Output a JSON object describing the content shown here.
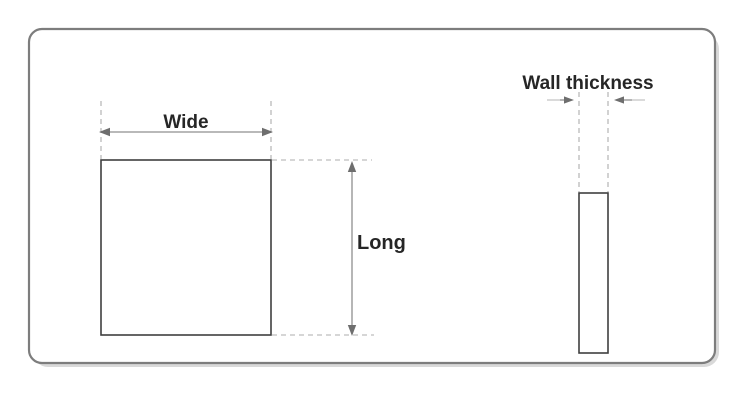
{
  "diagram": {
    "title": "panel-dimension-drawing",
    "front_view": {
      "width_label": "Wide",
      "length_label": "Long"
    },
    "side_view": {
      "thickness_label": "Wall thickness"
    }
  },
  "colors": {
    "background": "#ffffff",
    "panel_border": "#7d7d7d",
    "panel_shadow": "#d9d9d9",
    "panel_fill": "#ffffff",
    "shape_outline": "#3f3f3f",
    "shape_fill": "#ffffff",
    "dimension_line": "#8f8f8f",
    "dimension_arrowhead": "#6e6e6e",
    "dimension_tail": "#c0c0c0",
    "dashed_line": "#aeaeae",
    "label_text": "#262626"
  }
}
